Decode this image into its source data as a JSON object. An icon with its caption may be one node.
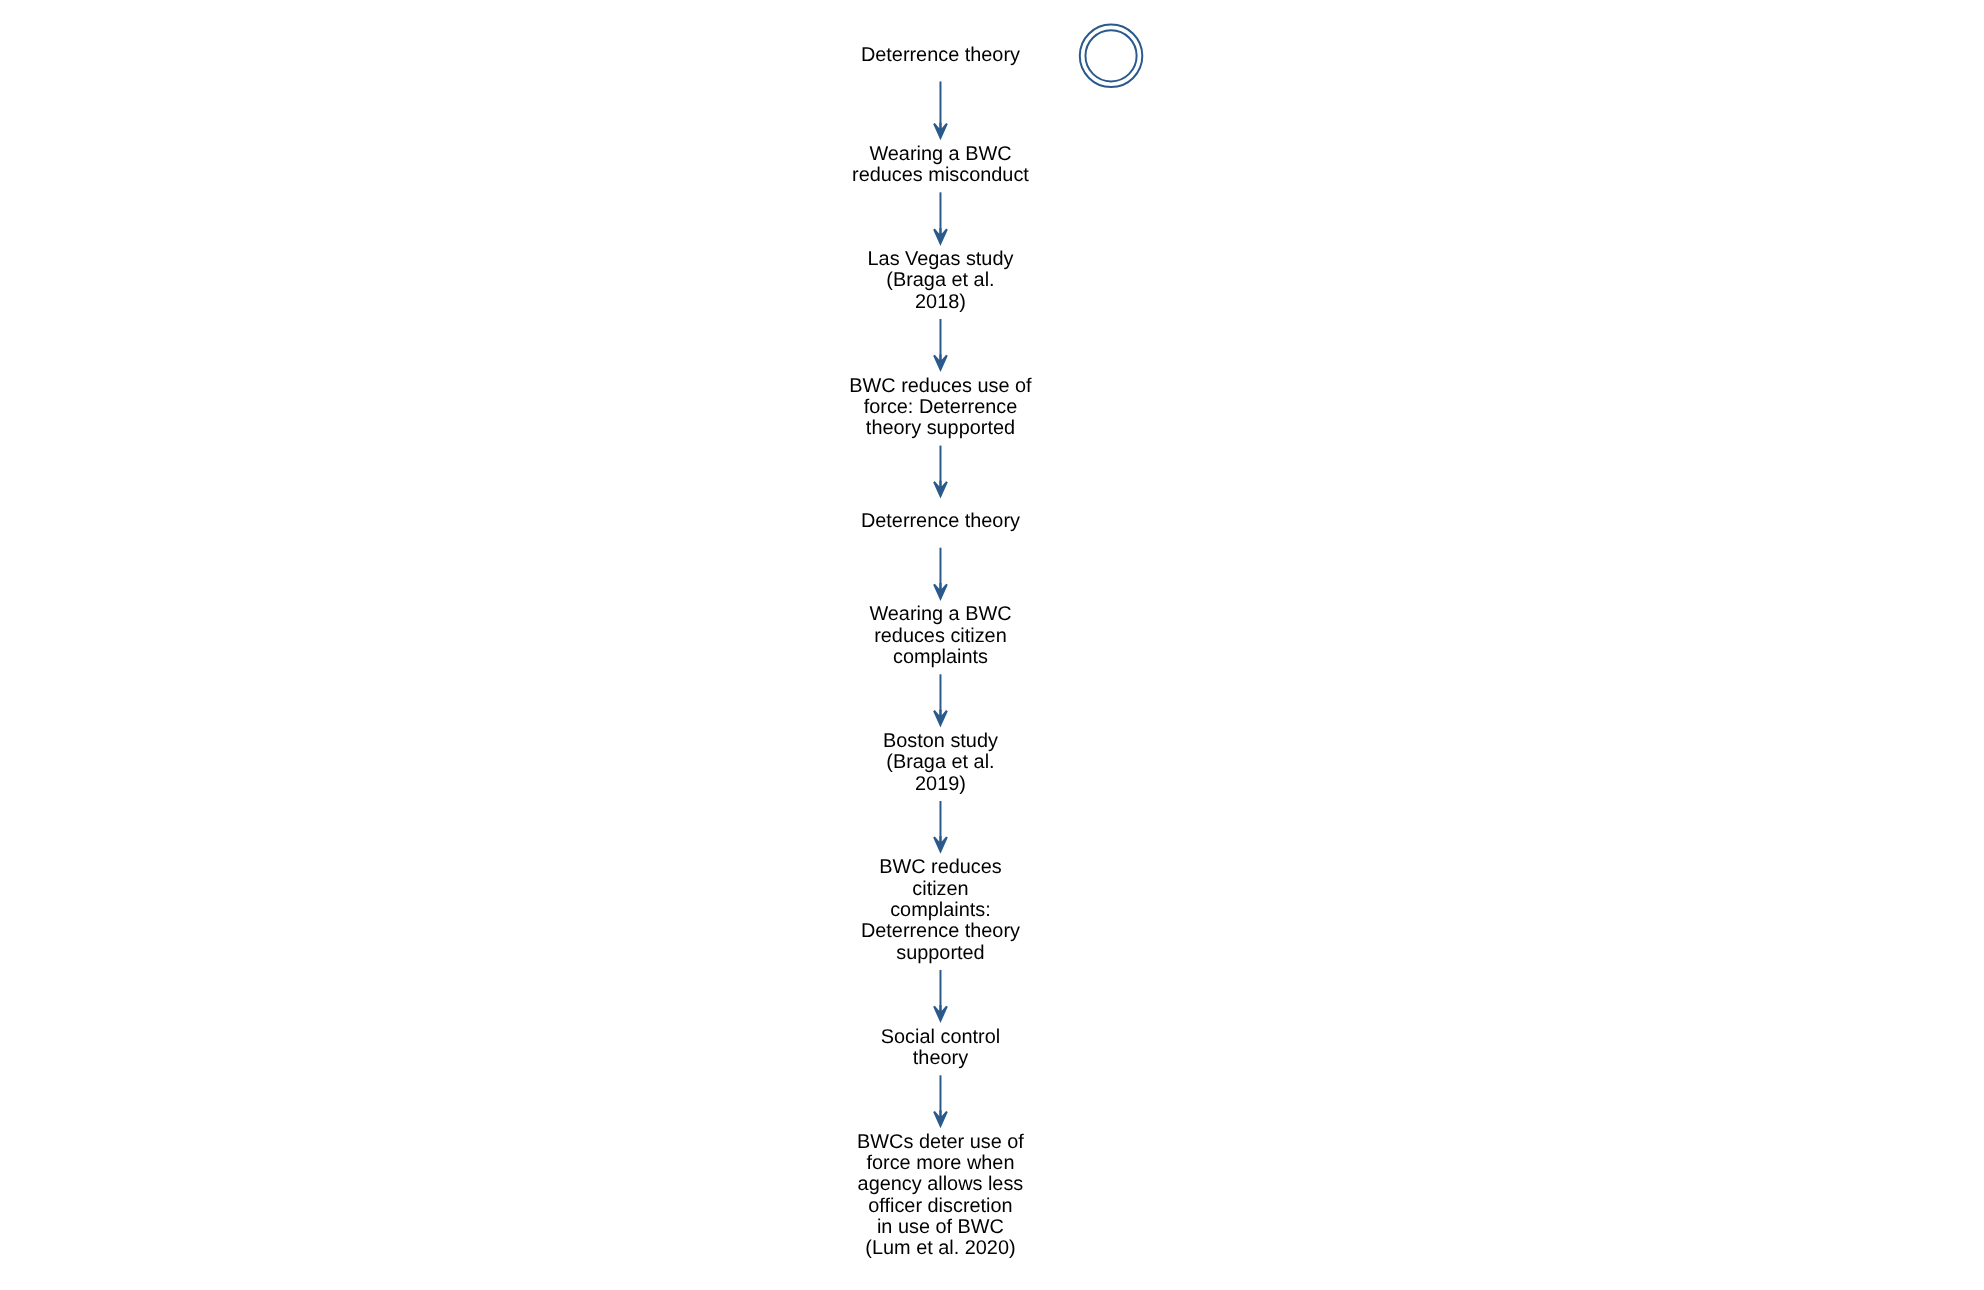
{
  "diagram": {
    "nodes": [
      {
        "text": [
          "Social control theory"
        ]
      },
      {
        "text": [
          "Deterrence theory"
        ]
      },
      {
        "text": [
          "Deterrence theory"
        ]
      },
      {
        "text": [],
        "shape": "spiral"
      },
      {
        "text": [
          "Wearing a BWC reduces misconduct"
        ]
      },
      {
        "text": [
          "Wearing a BWC reduces citizen complaints"
        ]
      },
      {
        "text": [
          "BWCs deter use of force more when agency allows less officer discretion in use of BWC",
          "(Lum et al. 2020)"
        ]
      },
      {
        "text": [
          "Las Vegas study",
          "(Braga et al. 2018)"
        ]
      },
      {
        "text": [
          "Boston study",
          "(Braga et al. 2019)"
        ]
      },
      {
        "text": [
          "BWC reduces use of force: Deterrence theory supported"
        ]
      },
      {
        "text": [
          "BWC reduces citizen complaints: Deterrence theory supported"
        ]
      }
    ],
    "edges": [
      {
        "from": 2,
        "to": 4,
        "arrow": "to"
      },
      {
        "from": 4,
        "to": 7,
        "arrow": "to"
      },
      {
        "from": 7,
        "to": 9,
        "arrow": "to"
      },
      {
        "from": 9,
        "to": 1,
        "arrow": "to"
      },
      {
        "from": 1,
        "to": 5,
        "arrow": "to"
      },
      {
        "from": 5,
        "to": 8,
        "arrow": "to"
      },
      {
        "from": 8,
        "to": 10,
        "arrow": "to"
      },
      {
        "from": 10,
        "to": 0,
        "arrow": "to"
      },
      {
        "from": 0,
        "to": 6,
        "arrow": "to"
      }
    ]
  }
}
